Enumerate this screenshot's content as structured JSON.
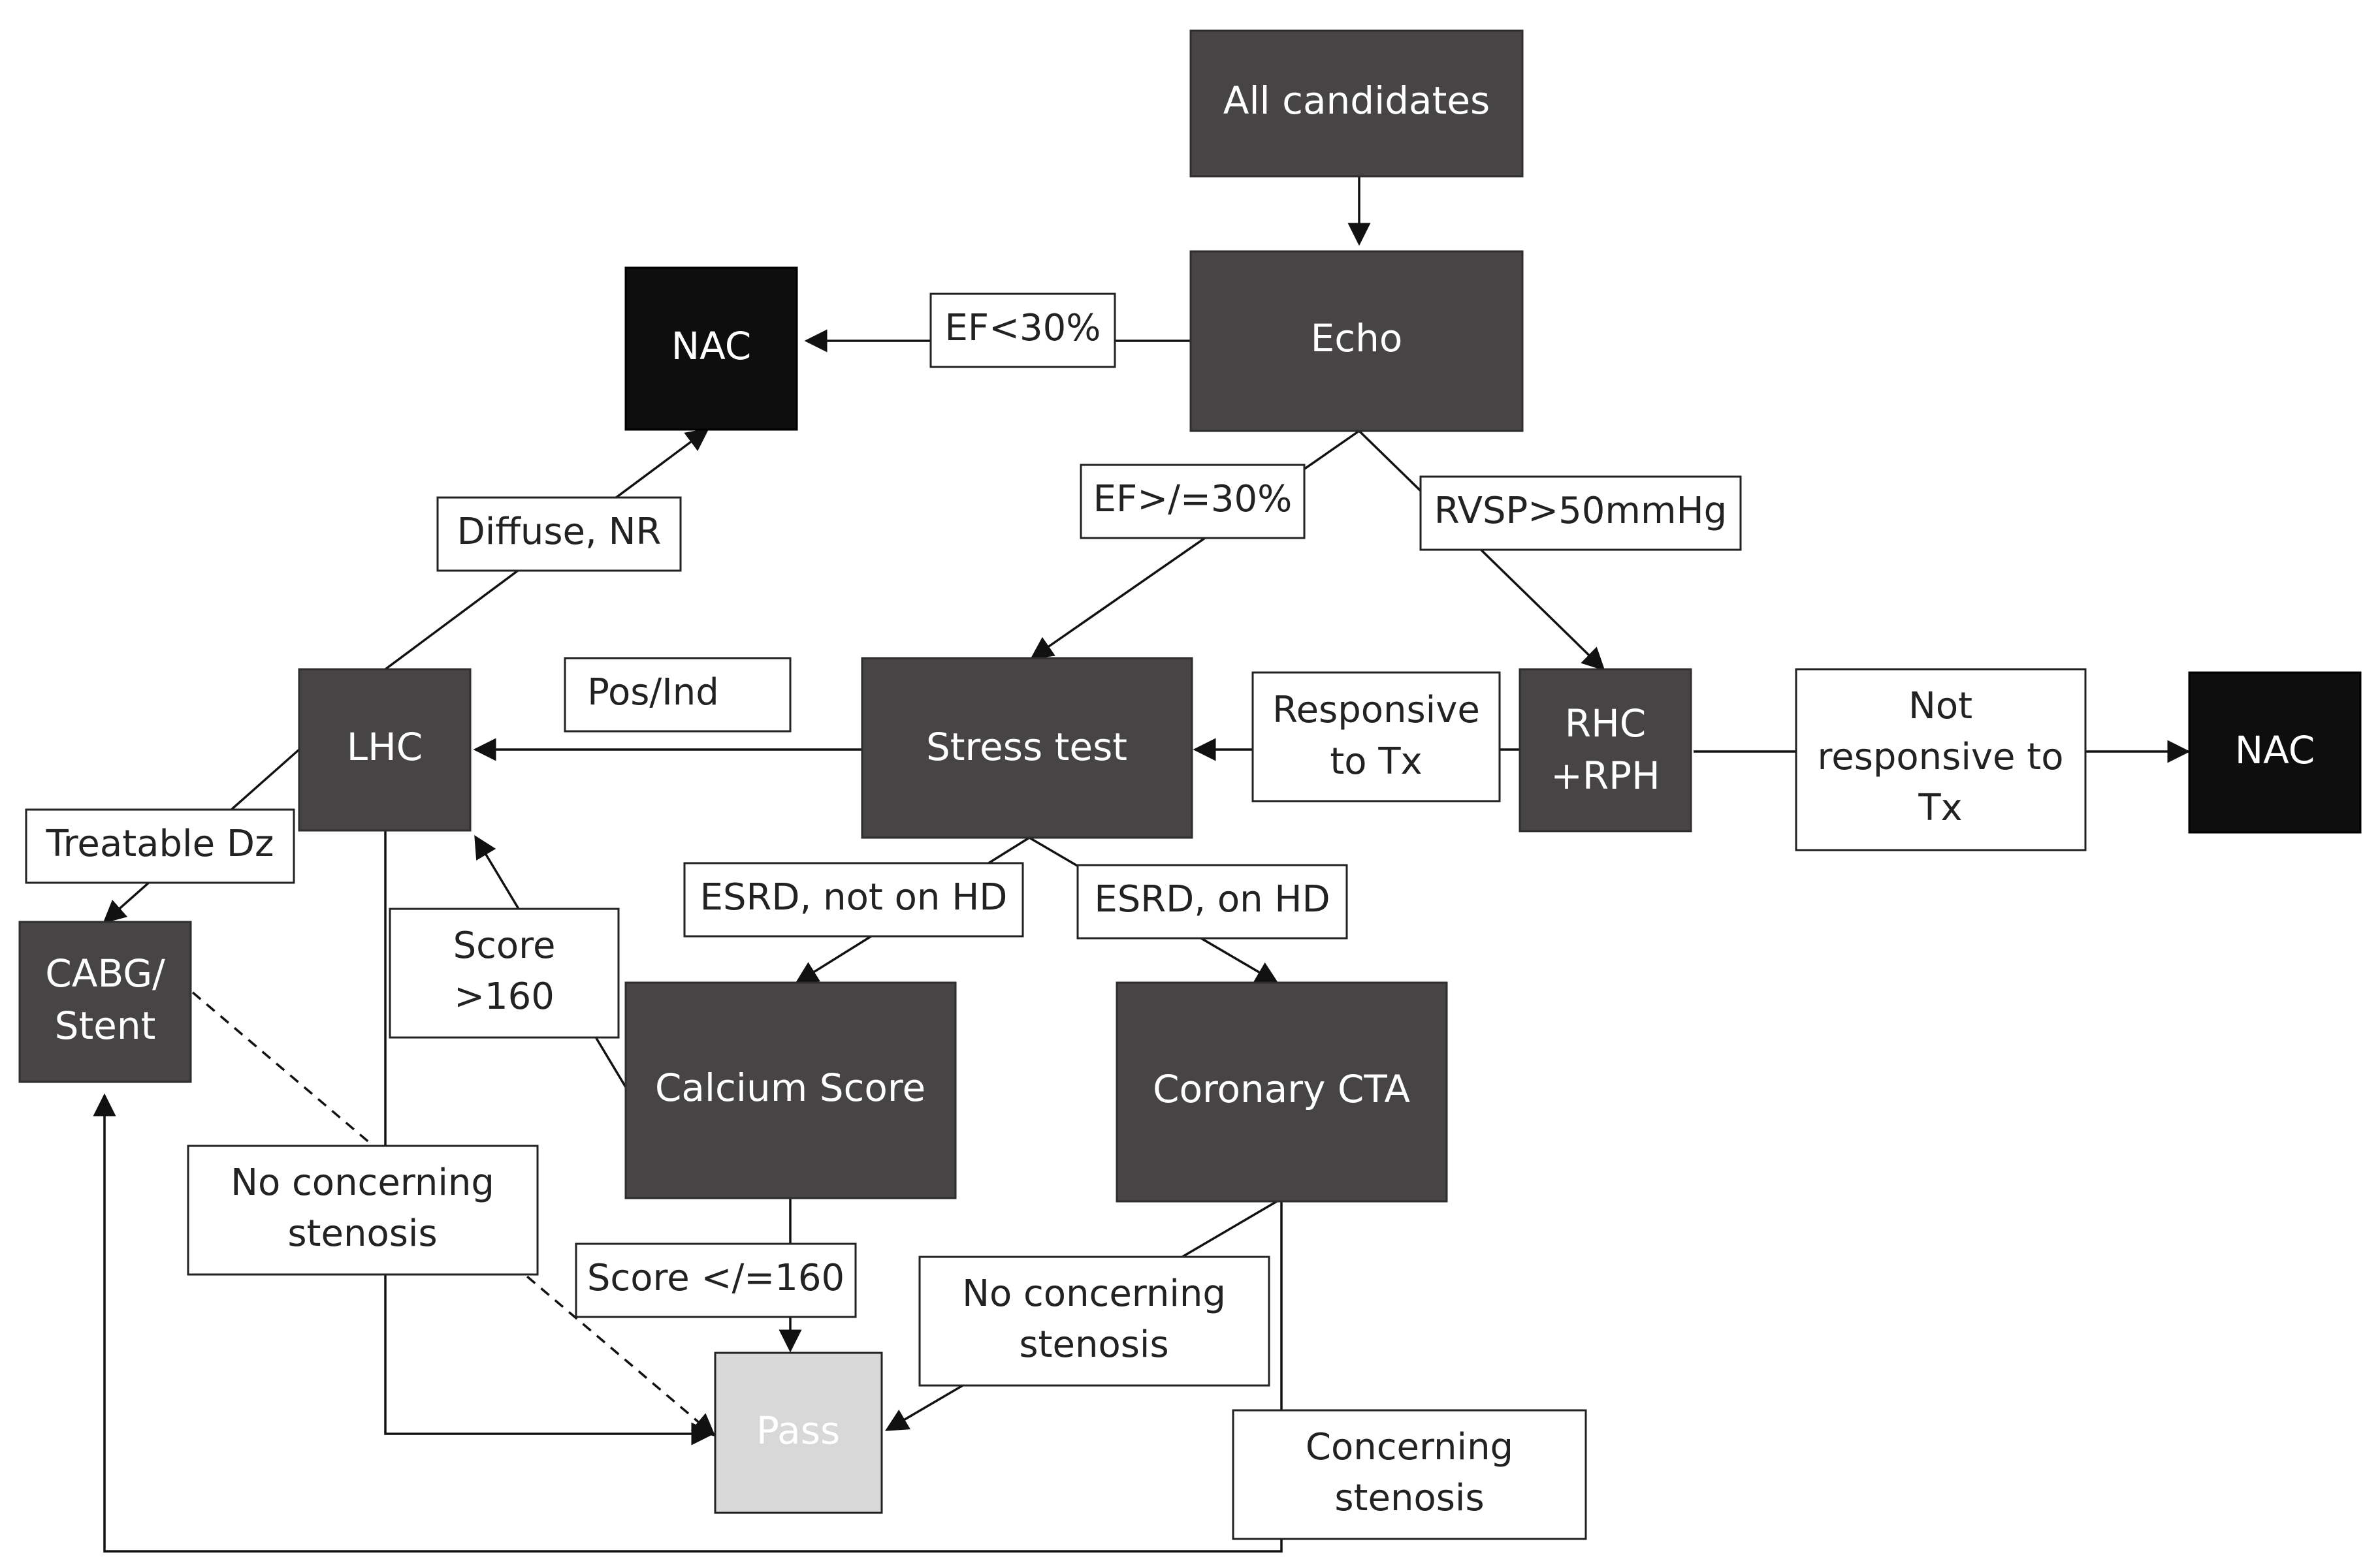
{
  "nodes": {
    "all_candidates": "All candidates",
    "echo": "Echo",
    "nac_top": "NAC",
    "stress_test": "Stress test",
    "rhc_rph": [
      "RHC",
      "+RPH"
    ],
    "nac_right": "NAC",
    "lhc": "LHC",
    "cabg_stent": [
      "CABG/",
      "Stent"
    ],
    "calcium_score": "Calcium Score",
    "coronary_cta": "Coronary CTA",
    "pass": "Pass"
  },
  "edge_labels": {
    "ef_lt_30": "EF<30%",
    "ef_gte_30": "EF>/=30%",
    "rvsp": "RVSP>50mmHg",
    "diffuse_nr": "Diffuse, NR",
    "pos_ind": "Pos/Ind",
    "responsive": [
      "Responsive",
      "to Tx"
    ],
    "not_responsive": [
      "Not",
      "responsive to",
      "Tx"
    ],
    "treatable_dz": "Treatable Dz",
    "esrd_not_hd": "ESRD, not on HD",
    "esrd_on_hd": "ESRD, on HD",
    "score_gt_160": [
      "Score",
      ">160"
    ],
    "no_concerning_lhc": [
      "No concerning",
      "stenosis"
    ],
    "score_lte_160": "Score </=160",
    "no_concerning_cta": [
      "No concerning",
      "stenosis"
    ],
    "concerning": [
      "Concerning",
      "stenosis"
    ]
  },
  "colors": {
    "node_dark": "#474445",
    "node_black": "#0f0e0e",
    "node_pass": "#d9d8d8",
    "line": "#111111"
  }
}
